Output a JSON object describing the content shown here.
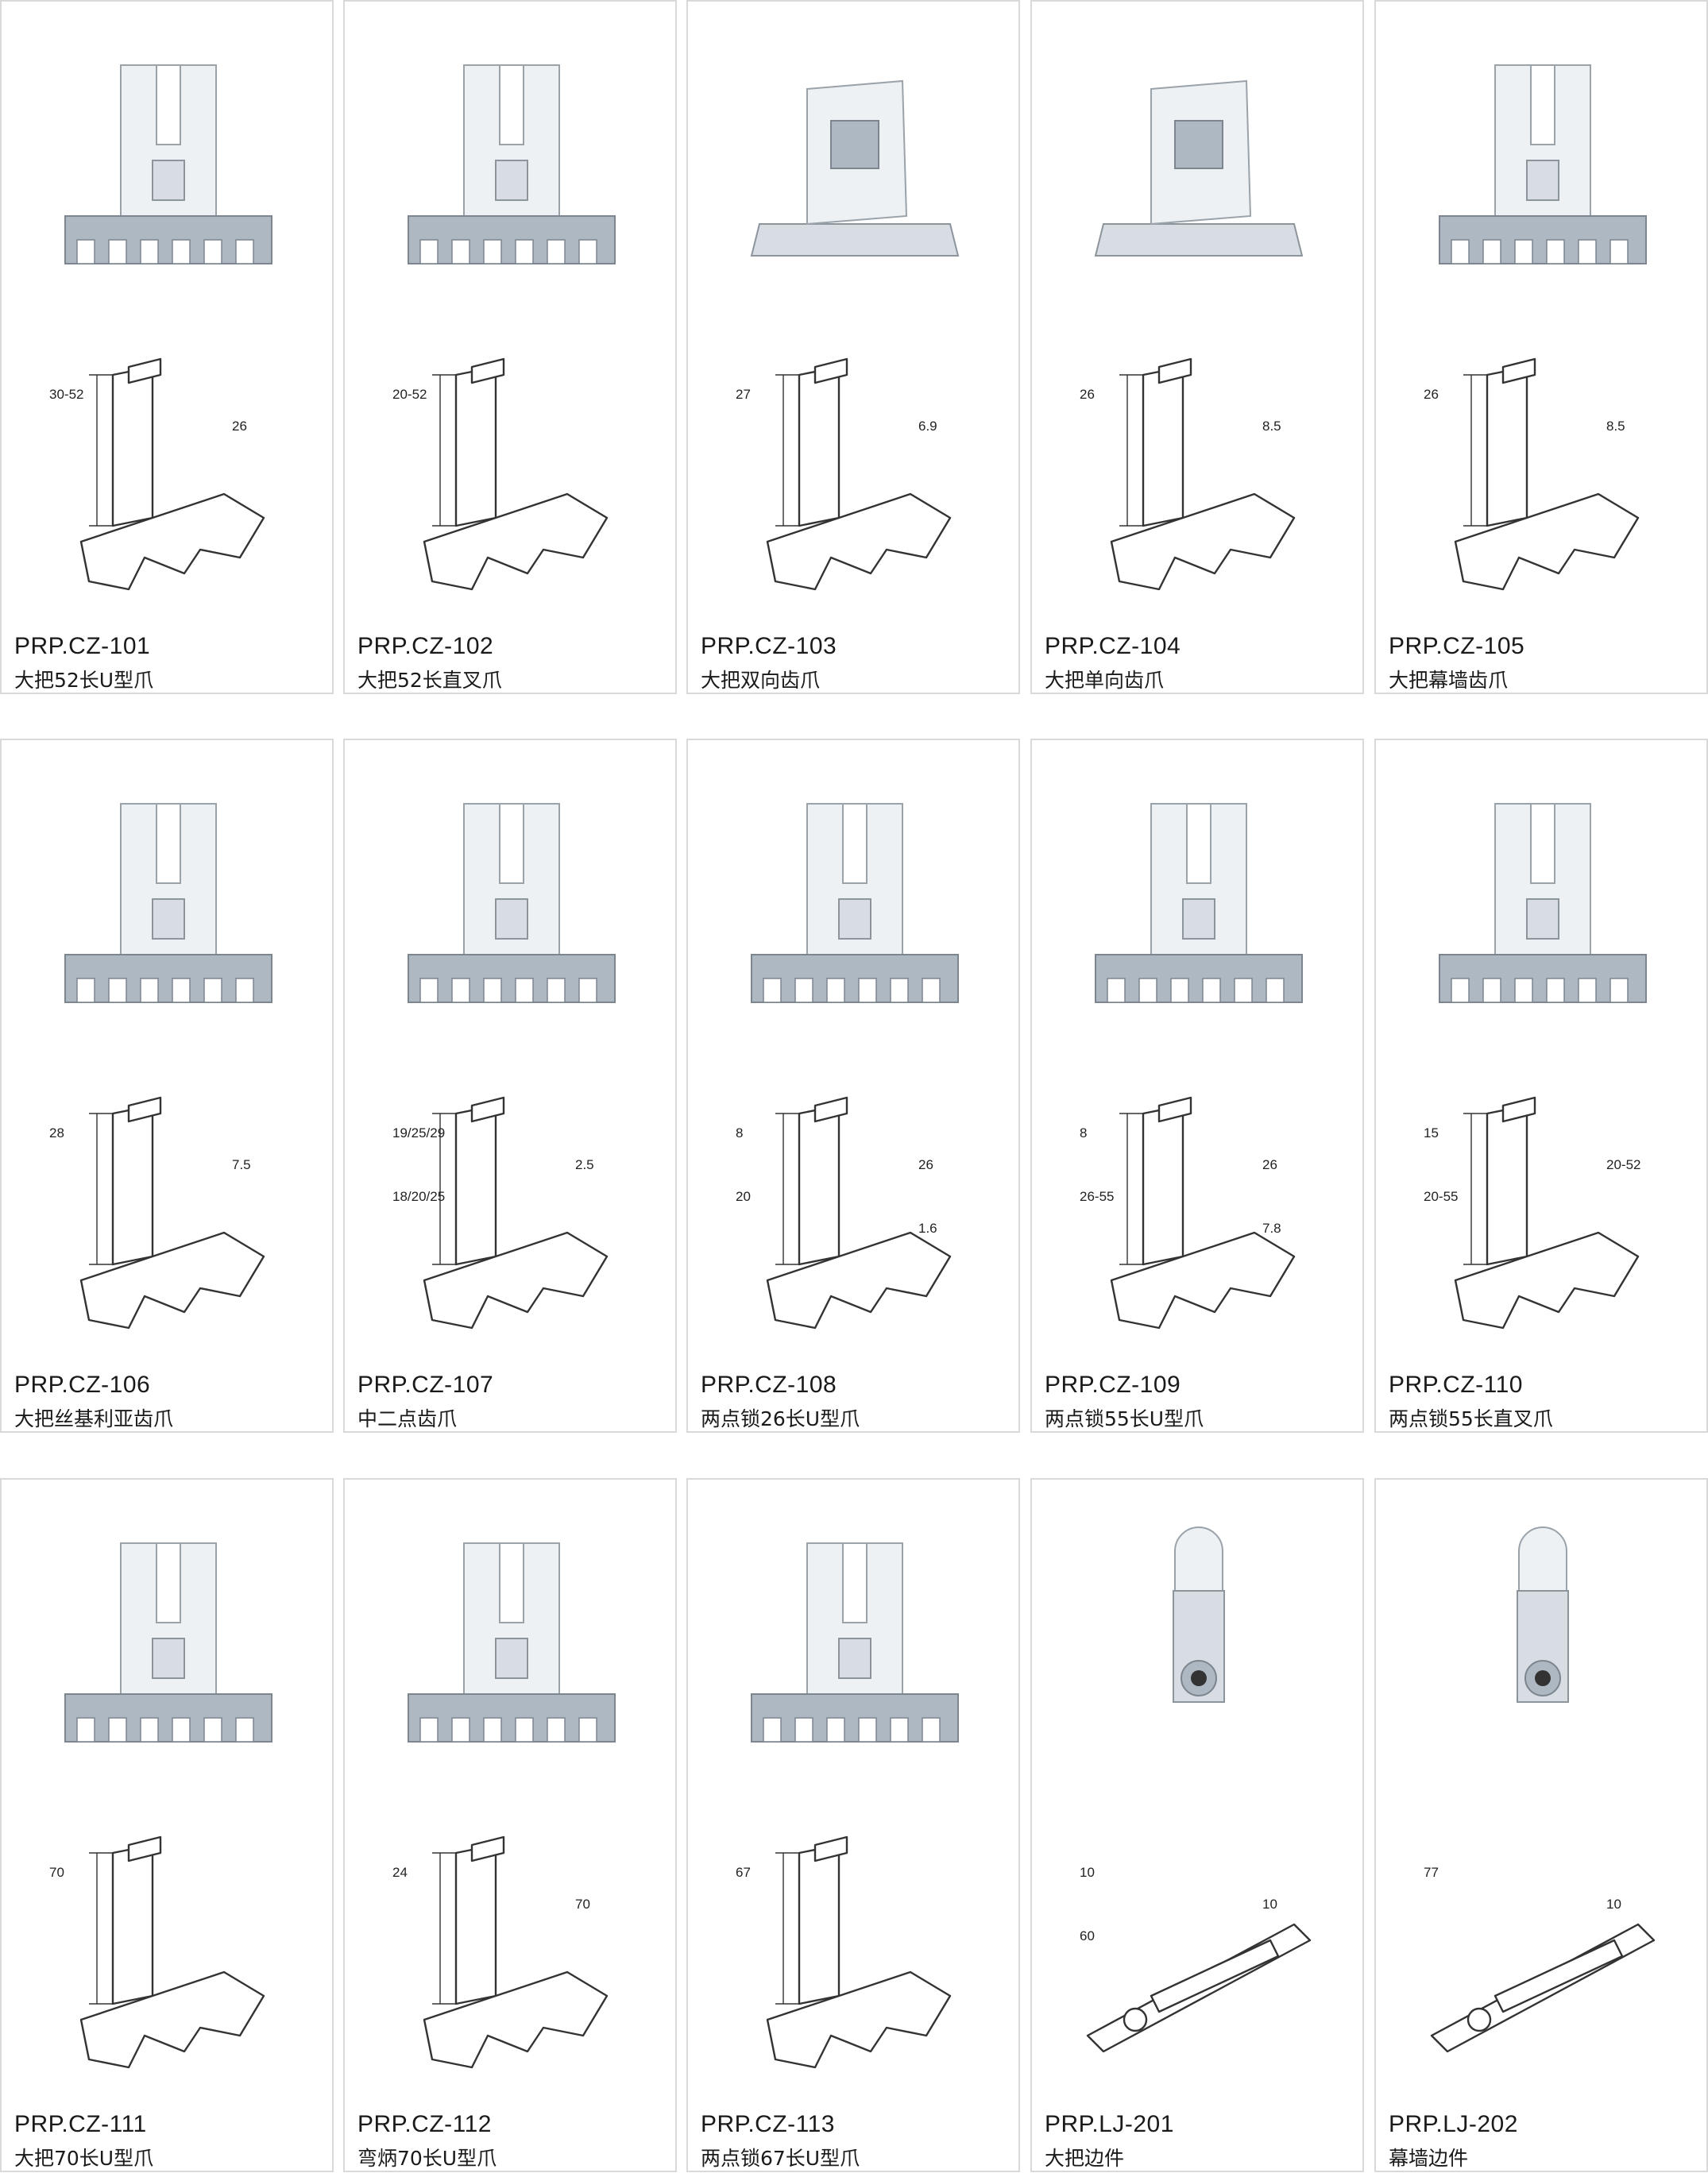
{
  "products": [
    {
      "code": "PRP.CZ-101",
      "name": "大把52长U型爪",
      "dims": [
        "30-52",
        "26"
      ]
    },
    {
      "code": "PRP.CZ-102",
      "name": "大把52长直叉爪",
      "dims": [
        "20-52"
      ]
    },
    {
      "code": "PRP.CZ-103",
      "name": "大把双向齿爪",
      "dims": [
        "27",
        "6.9"
      ]
    },
    {
      "code": "PRP.CZ-104",
      "name": "大把单向齿爪",
      "dims": [
        "26",
        "8.5"
      ]
    },
    {
      "code": "PRP.CZ-105",
      "name": "大把幕墙齿爪",
      "dims": [
        "26",
        "8.5"
      ]
    },
    {
      "code": "PRP.CZ-106",
      "name": "大把丝基利亚齿爪",
      "dims": [
        "28",
        "7.5"
      ]
    },
    {
      "code": "PRP.CZ-107",
      "name": "中二点齿爪",
      "dims": [
        "19/25/29",
        "2.5",
        "18/20/25"
      ]
    },
    {
      "code": "PRP.CZ-108",
      "name": "两点锁26长U型爪",
      "dims": [
        "8",
        "26",
        "20",
        "1.6"
      ]
    },
    {
      "code": "PRP.CZ-109",
      "name": "两点锁55长U型爪",
      "dims": [
        "8",
        "26",
        "26-55",
        "7.8"
      ]
    },
    {
      "code": "PRP.CZ-110",
      "name": "两点锁55长直叉爪",
      "dims": [
        "15",
        "20-52",
        "20-55"
      ]
    },
    {
      "code": "PRP.CZ-111",
      "name": "大把70长U型爪",
      "dims": [
        "70"
      ]
    },
    {
      "code": "PRP.CZ-112",
      "name": "弯炳70长U型爪",
      "dims": [
        "24",
        "70"
      ]
    },
    {
      "code": "PRP.CZ-113",
      "name": "两点锁67长U型爪",
      "dims": [
        "67"
      ]
    },
    {
      "code": "PRP.LJ-201",
      "name": "大把边件",
      "dims": [
        "10",
        "10",
        "60"
      ]
    },
    {
      "code": "PRP.LJ-202",
      "name": "幕墙边件",
      "dims": [
        "77",
        "10"
      ]
    }
  ]
}
